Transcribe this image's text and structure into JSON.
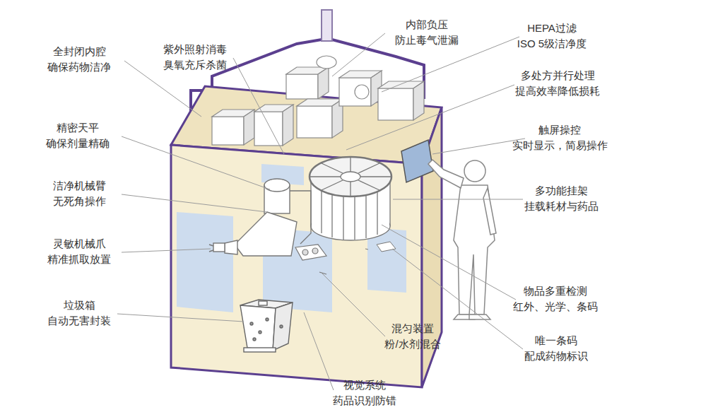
{
  "diagram": {
    "labels": [
      "内部负压",
      "防止毒气泄漏",
      "HEPA过滤",
      "ISO 5级洁净度",
      "全封闭内腔",
      "确保药物洁净",
      "紫外照射消毒",
      "臭氧充斥杀菌",
      "多处方并行处理",
      "提高效率降低损耗",
      "精密天平",
      "确保剂量精确",
      "触屏操控",
      "实时显示，简易操作",
      "洁净机械臂",
      "无死角操作",
      "多功能挂架",
      "挂载耗材与药品",
      "灵敏机械爪",
      "精准抓取放置",
      "物品多重检测",
      "红外、光学、条码",
      "垃圾箱",
      "自动无害封装",
      "混匀装置",
      "粉/水剂混合",
      "唯一条码",
      "配成药物标识",
      "视觉系统",
      "药品识别防错"
    ]
  }
}
